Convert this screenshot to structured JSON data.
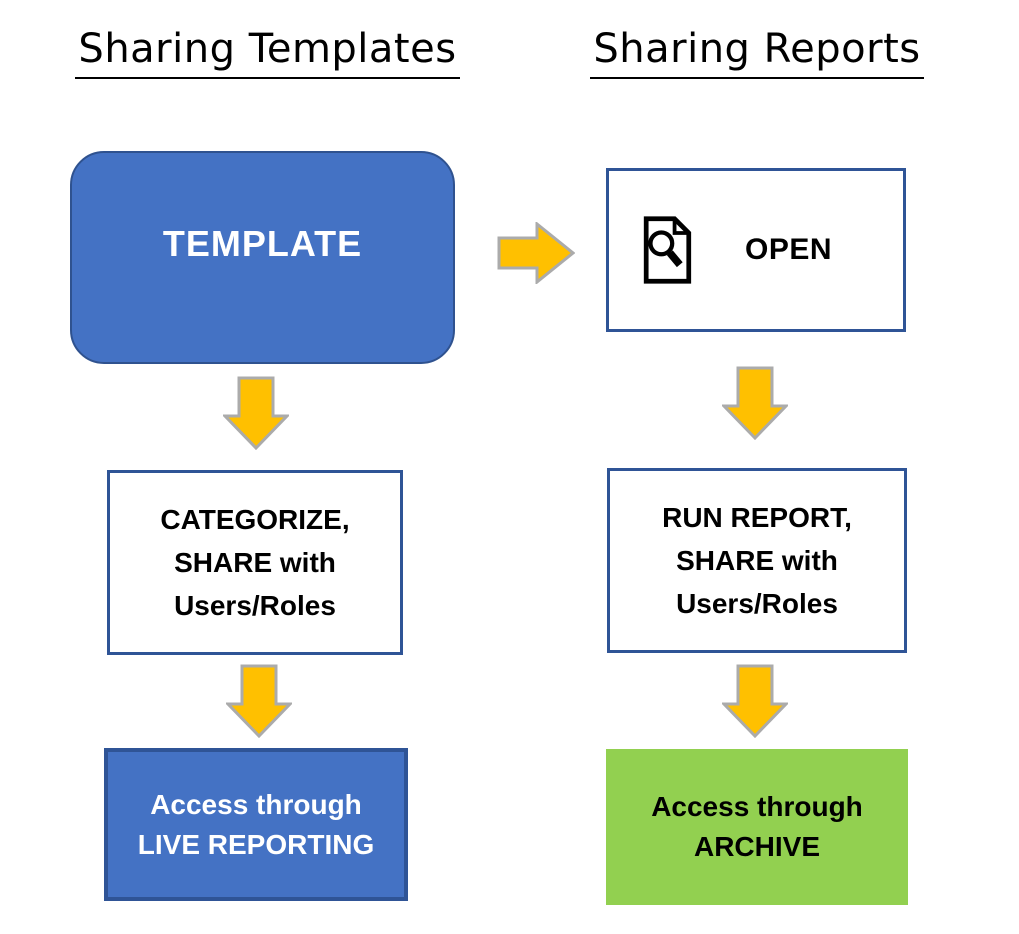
{
  "diagram": {
    "left_column": {
      "title": "Sharing Templates",
      "template_box": {
        "label": "TEMPLATE"
      },
      "categorize_box": {
        "line1": "CATEGORIZE,",
        "line2": "SHARE with",
        "line3": "Users/Roles"
      },
      "access_box": {
        "line1": "Access through",
        "line2": "LIVE REPORTING"
      }
    },
    "right_column": {
      "title": "Sharing Reports",
      "open_box": {
        "label": "OPEN",
        "icon": "document-search-icon"
      },
      "run_report_box": {
        "line1": "RUN REPORT,",
        "line2": "SHARE with",
        "line3": "Users/Roles"
      },
      "access_box": {
        "line1": "Access through",
        "line2": "ARCHIVE"
      }
    },
    "colors": {
      "blue_fill": "#4472C4",
      "blue_rounded_border": "#2F528F",
      "box_border": "#2F5496",
      "arrow_fill": "#FFC000",
      "arrow_outline": "#ABABAB",
      "green_fill": "#92D050",
      "text_dark": "#000000",
      "text_light": "#FFFFFF"
    }
  }
}
